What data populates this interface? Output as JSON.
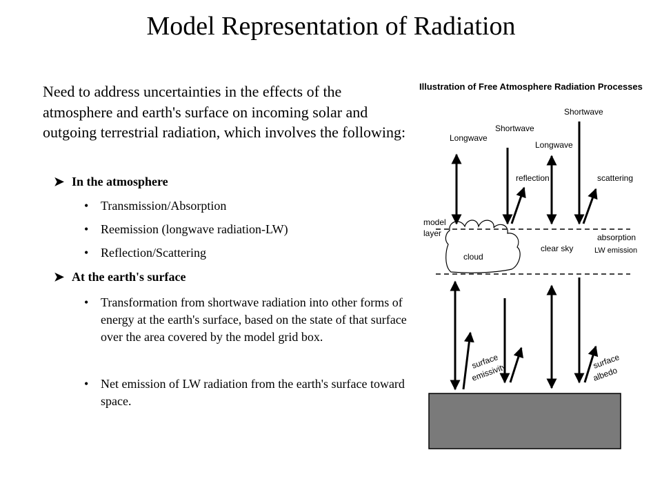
{
  "slide": {
    "title": "Model Representation of Radiation",
    "intro": "Need to address uncertainties in the effects of the atmosphere and earth's surface on incoming solar and outgoing terrestrial radiation, which involves the following:"
  },
  "sections": [
    {
      "heading": "In the atmosphere",
      "bullets": [
        "Transmission/Absorption",
        "Reemission (longwave radiation-LW)",
        "Reflection/Scattering"
      ]
    },
    {
      "heading": "At the earth's surface",
      "bullets": [
        "Transformation from shortwave radiation into other forms of energy at the earth's surface, based on the state of that surface over the area covered by the model grid box.",
        "Net emission of LW radiation from the earth's surface toward space."
      ]
    }
  ],
  "icons": {
    "section_marker": "chevron-right-icon",
    "bullet_marker": "bullet-dot-icon"
  },
  "figure": {
    "title": "Illustration of Free Atmosphere Radiation Processes",
    "labels": {
      "longwave_left": "Longwave",
      "shortwave_left": "Shortwave",
      "longwave_mid": "Longwave",
      "shortwave_right": "Shortwave",
      "reflection": "reflection",
      "scattering": "scattering",
      "model": "model",
      "layer": "layer",
      "cloud": "cloud",
      "clear_sky": "clear sky",
      "absorption": "absorption",
      "lw_emission": "LW emission",
      "surface_left": "surface",
      "emissivity": "emissivity",
      "surface_right": "surface",
      "albedo": "albedo"
    },
    "colors": {
      "ground": "#7a7a7a",
      "lines": "#000000"
    }
  }
}
